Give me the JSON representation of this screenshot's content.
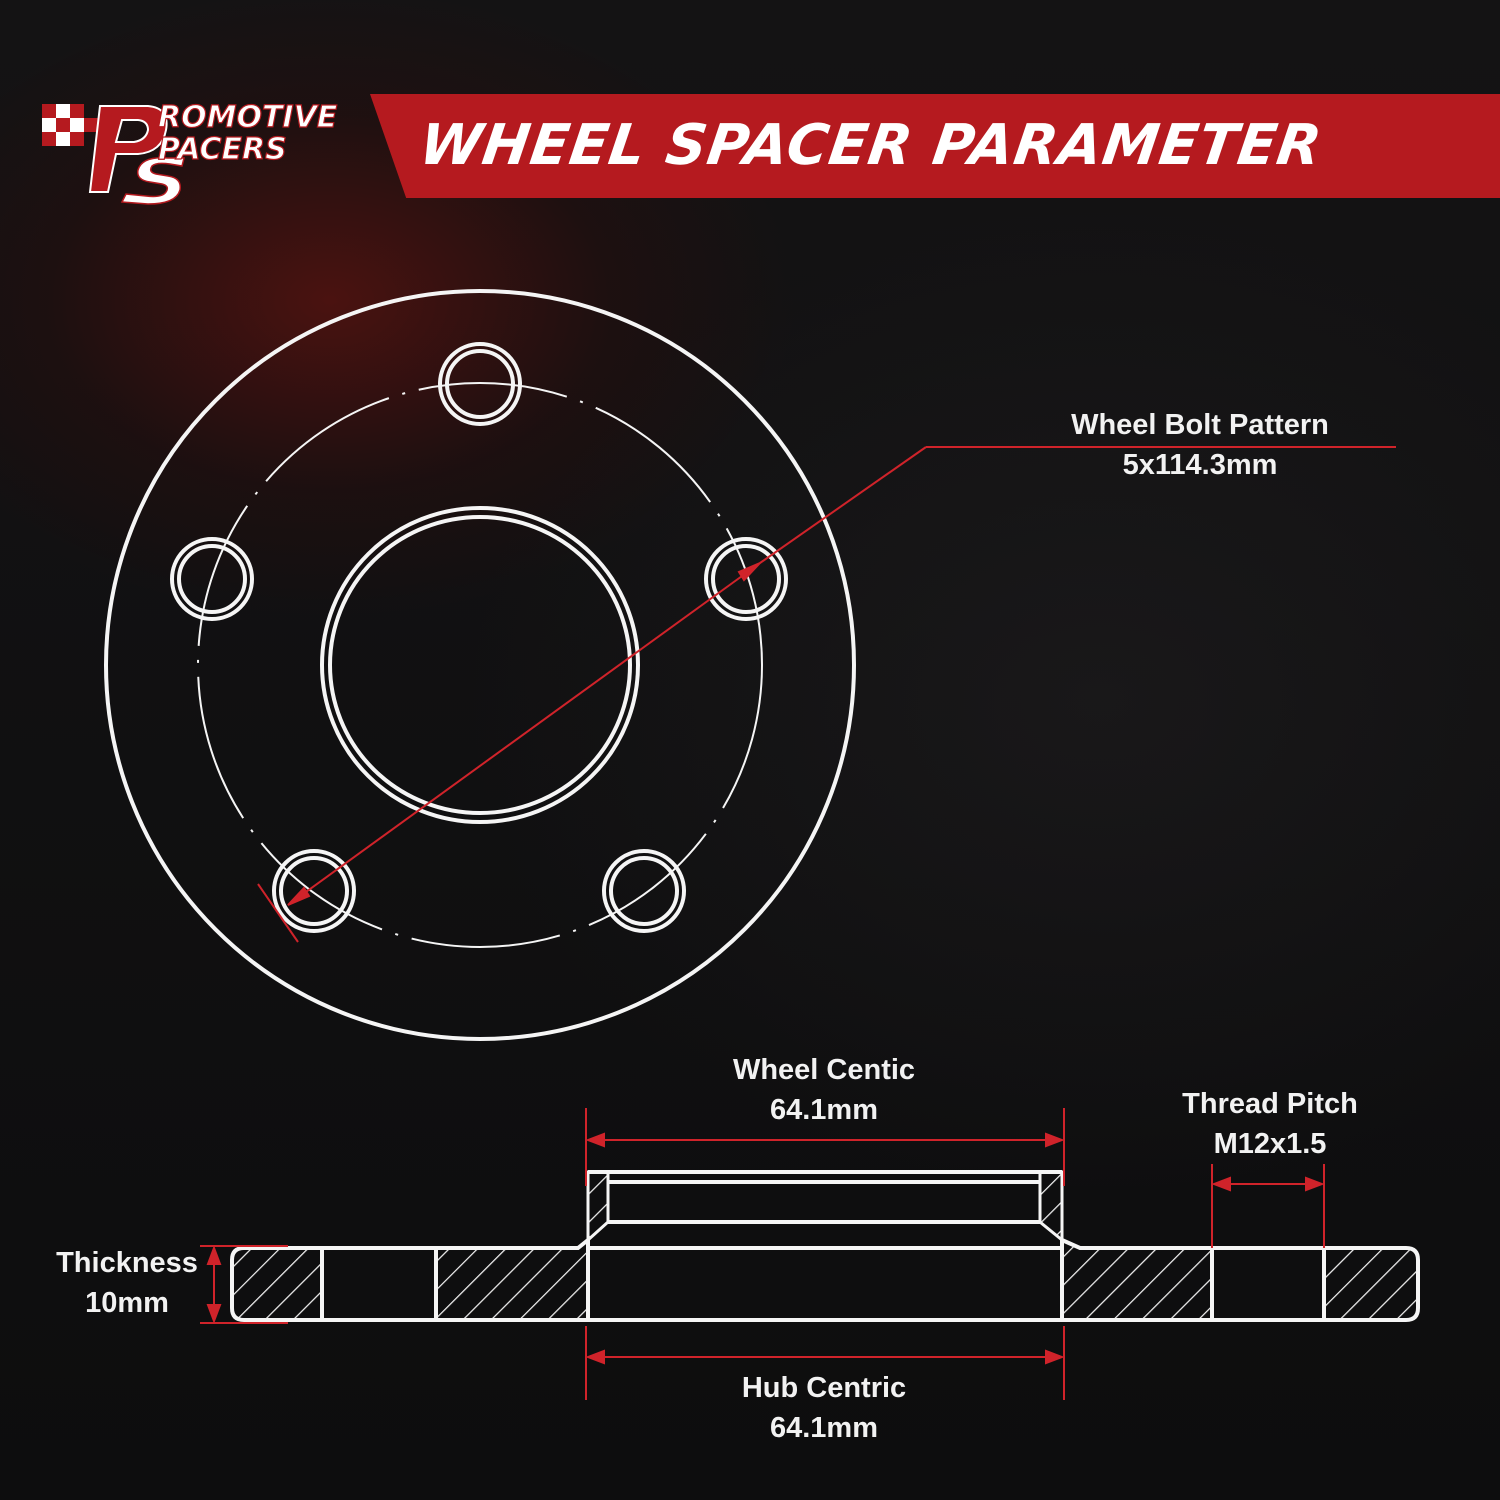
{
  "banner": {
    "title": "WHEEL SPACER PARAMETER"
  },
  "logo": {
    "line1": "ROMOTIVE",
    "line2": "PACERS"
  },
  "specs": {
    "bolt_pattern": {
      "label": "Wheel Bolt Pattern",
      "value": "5x114.3mm"
    },
    "wheel_centric": {
      "label": "Wheel Centic",
      "value": "64.1mm"
    },
    "thread_pitch": {
      "label": "Thread Pitch",
      "value": "M12x1.5"
    },
    "thickness": {
      "label": "Thickness",
      "value": "10mm"
    },
    "hub_centric": {
      "label": "Hub Centric",
      "value": "64.1mm"
    }
  },
  "colors": {
    "accent": "#b51a1f",
    "dimension_line": "#d0232a",
    "outline": "#f5f5f5",
    "background": "#0f0f10"
  }
}
